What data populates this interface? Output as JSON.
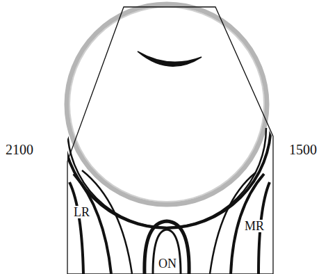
{
  "diagram": {
    "labels": [
      "2100",
      "1500",
      "LR",
      "MR",
      "ON"
    ]
  }
}
